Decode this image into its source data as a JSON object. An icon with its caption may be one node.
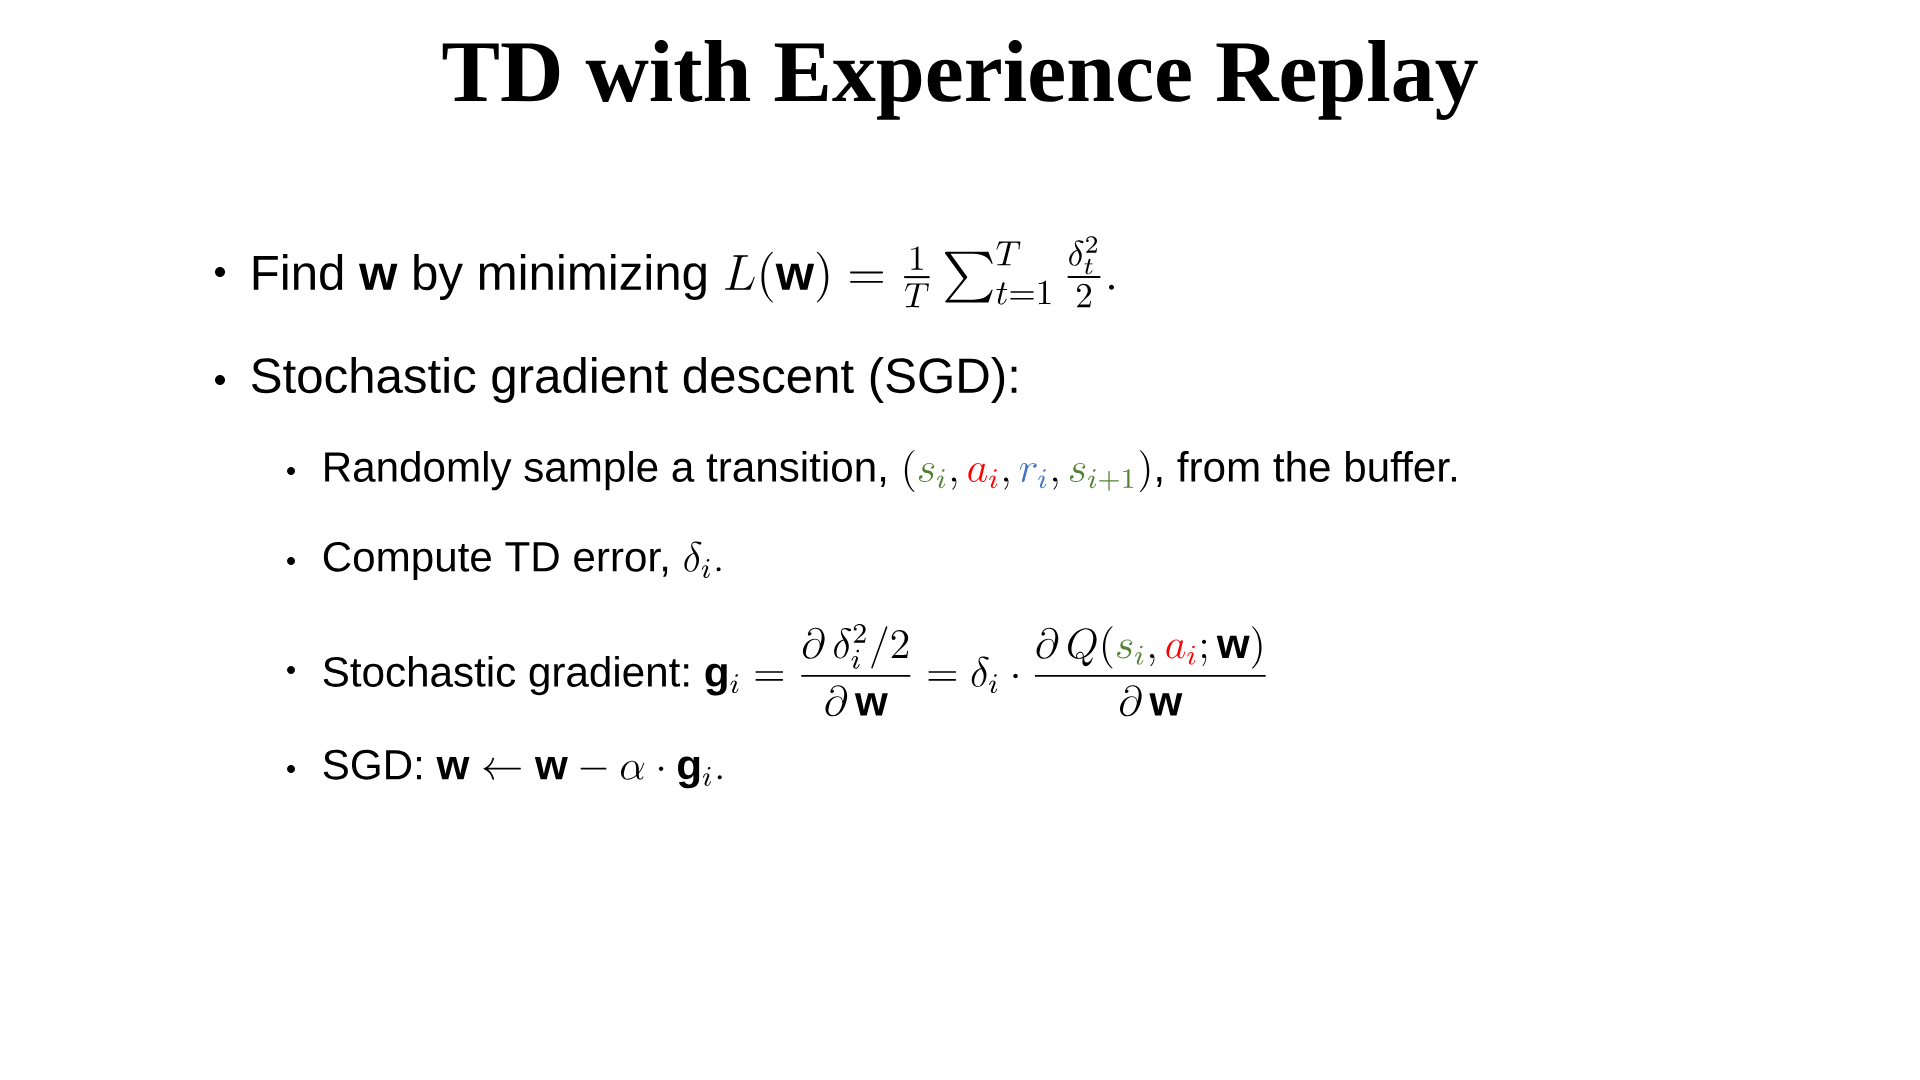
{
  "diagram": {
    "title": "TD with Experience Replay",
    "labels": [
      "Find",
      "\\mathbf{w}",
      "by minimizing",
      "L(\\mathbf{w}) = \\frac{1}{T}\\sum_{t=1}^{T}\\frac{\\delta_t^2}{2}.",
      "Stochastic gradient descent (SGD):",
      "Randomly sample a transition,",
      "(\\textcolor[HTML]{548235}{s_i},\\textcolor[HTML]{FF0000}{a_i},\\textcolor[HTML]{4472C4}{r_i},\\textcolor[HTML]{548235}{s_{i+1}})",
      ", from the buffer.",
      "Compute TD error,",
      "\\delta_i.",
      "Stochastic gradient:",
      "\\mathbf{g}_i = \\frac{\\partial\\, \\delta_i^2/2}{\\partial\\, \\mathbf{w}} = \\delta_i \\cdot \\frac{\\partial\\, Q(\\textcolor[HTML]{548235}{s_i},\\textcolor[HTML]{FF0000}{a_i};\\mathbf{w})}{\\partial\\, \\mathbf{w}}",
      "SGD:",
      "\\mathbf{w} \\leftarrow \\mathbf{w} - \\alpha \\cdot \\mathbf{g}_i."
    ]
  }
}
